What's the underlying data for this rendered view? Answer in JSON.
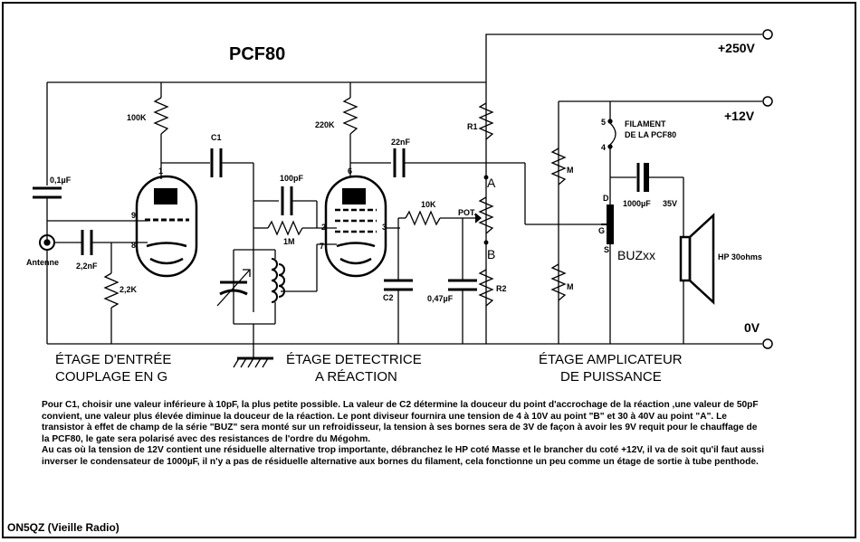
{
  "title": "PCF80",
  "rails": {
    "hv": "+250V",
    "lv": "+12V",
    "gnd": "0V"
  },
  "components": {
    "r_100k": "100K",
    "c1": "C1",
    "c_01uf": "0,1µF",
    "antenna": "Antenne",
    "c_22nf_in": "2,2nF",
    "r_22k": "2,2K",
    "pin1": "1",
    "pin9": "9",
    "pin8": "8",
    "r_220k": "220K",
    "c_100pf": "100pF",
    "r_1m": "1M",
    "pin6": "6",
    "pin2": "2",
    "pin3": "3",
    "pin7": "7",
    "c_22nf": "22nF",
    "r_10k": "10K",
    "pot": "POT.",
    "c2": "C2",
    "c_047uf": "0,47µF",
    "r1": "R1",
    "r2": "R2",
    "node_a": "A",
    "node_b": "B",
    "m_top": "M",
    "m_bot": "M",
    "filament_pin5": "5",
    "filament_pin4": "4",
    "filament_label_1": "FILAMENT",
    "filament_label_2": "DE LA PCF80",
    "c_1000uf": "1000µF",
    "v_35": "35V",
    "d": "D",
    "g": "G",
    "s": "S",
    "buz": "BUZxx",
    "hp": "HP 30ohms"
  },
  "stages": {
    "input_1": "ÉTAGE D'ENTRÉE",
    "input_2": "COUPLAGE  EN  G",
    "detector_1": "ÉTAGE DETECTRICE",
    "detector_2": "A RÉACTION",
    "amp_1": "ÉTAGE AMPLICATEUR",
    "amp_2": "DE    PUISSANCE"
  },
  "notes": [
    "Pour C1, choisir une valeur inférieure à 10pF, la plus petite possible. La valeur de C2 détermine la douceur du point d'accrochage de la réaction ,une valeur de 50pF convient, une valeur plus élevée diminue la douceur de la réaction. Le pont diviseur fournira une tension de 4 à 10V au point \"B\" et 30 à 40V au point \"A\". Le transistor à effet de champ de la série \"BUZ\" sera monté sur un refroidisseur, la tension à ses bornes sera de 3V de façon à avoir les 9V requit pour le chauffage de la PCF80, le gate sera polarisé avec des resistances de l'ordre du Mégohm.",
    "Au cas où la tension de 12V contient une résiduelle alternative trop importante, débranchez le HP coté Masse et le brancher du coté +12V, il va de soit qu'il faut aussi inverser le condensateur de 1000µF, il n'y a pas de résiduelle alternative aux bornes du filament, cela fonctionne un peu comme un étage de sortie à tube penthode."
  ],
  "credit": "ON5QZ (Vieille Radio)"
}
